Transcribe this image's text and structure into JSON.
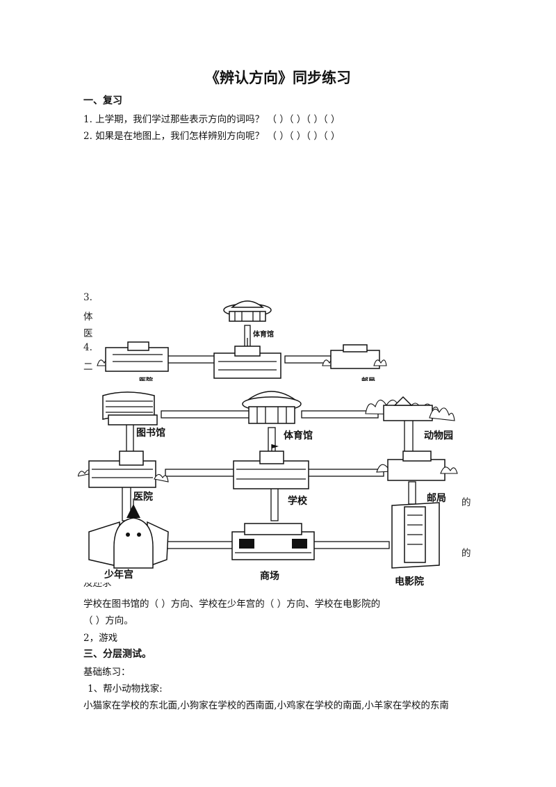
{
  "title": "《辨认方向》同步练习",
  "section1": {
    "heading": "一、复习",
    "q1": "1.  上学期，我们学过那些表示方向的词吗？  （    ）（    ）（    ）（    ）",
    "q2": "2.  如果是在地图上，我们怎样辨别方向呢？  （    ）（    ）（    ）（    ）"
  },
  "fragments": {
    "f3": "3.",
    "f_ti": "体",
    "f_yi": "医",
    "f4": "4.",
    "f_er": "二",
    "right1": "的",
    "right2": "的",
    "partial": "及还求"
  },
  "small_map": {
    "labels": {
      "gym": "体育馆",
      "hospital": "医院",
      "post": "邮局"
    }
  },
  "big_map": {
    "labels": {
      "library": "图书馆",
      "gym": "体育馆",
      "zoo": "动物园",
      "hospital": "医院",
      "school": "学校",
      "post": "邮局",
      "youth_palace": "少年宫",
      "mall": "商场",
      "cinema": "电影院"
    }
  },
  "after_map": {
    "line1": "学校在图书馆的（        ）方向、学校在少年宫的（        ）方向、学校在电影院的",
    "line2": "（        ）方向。",
    "game": "2，游戏"
  },
  "section3": {
    "heading": "三、分层测试。",
    "basic": "基础练习：",
    "item1": "1、帮小动物找家:",
    "item1_text": "小猫家在学校的东北面,小狗家在学校的西南面,小鸡家在学校的南面,小羊家在学校的东南"
  }
}
